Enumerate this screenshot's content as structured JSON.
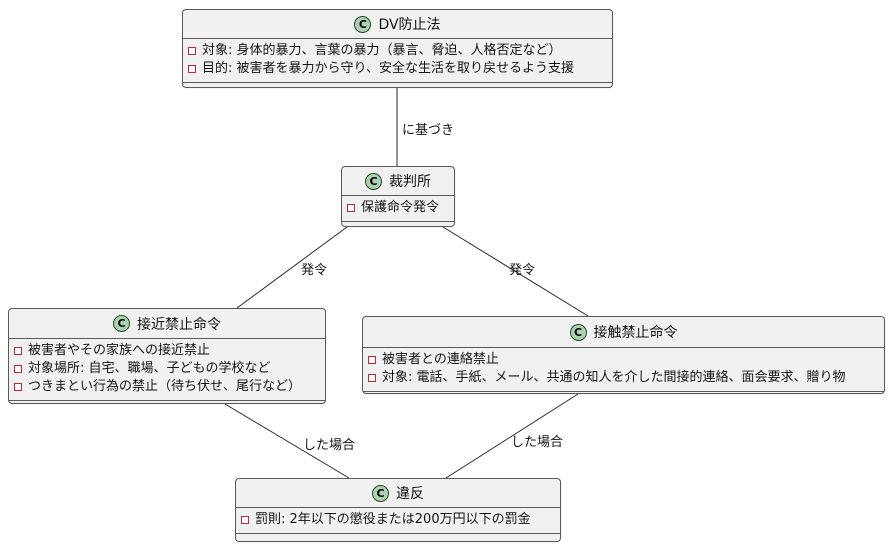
{
  "diagram": {
    "kind": "uml-class-diagram",
    "colors": {
      "background": "#ffffff",
      "node_fill": "#f1f1f1",
      "node_border": "#5a5a5a",
      "class_spot_fill": "#add1b2",
      "class_spot_letter": "C",
      "field_icon_border": "#c82930",
      "edge_line": "#2b2b2b"
    },
    "classes": [
      {
        "id": "dv-law",
        "name": "DV防止法",
        "spot": "C",
        "fields": [
          "対象: 身体的暴力、言葉の暴力（暴言、脅迫、人格否定など）",
          "目的: 被害者を暴力から守り、安全な生活を取り戻せるよう支援"
        ]
      },
      {
        "id": "court",
        "name": "裁判所",
        "spot": "C",
        "fields": [
          "保護命令発令"
        ]
      },
      {
        "id": "no-approach",
        "name": "接近禁止命令",
        "spot": "C",
        "fields": [
          "被害者やその家族への接近禁止",
          "対象場所: 自宅、職場、子どもの学校など",
          "つきまとい行為の禁止（待ち伏せ、尾行など）"
        ]
      },
      {
        "id": "no-contact",
        "name": "接触禁止命令",
        "spot": "C",
        "fields": [
          "被害者との連絡禁止",
          "対象: 電話、手紙、メール、共通の知人を介した間接的連絡、面会要求、贈り物"
        ]
      },
      {
        "id": "violation",
        "name": "違反",
        "spot": "C",
        "fields": [
          "罰則: 2年以下の懲役または200万円以下の罰金"
        ]
      }
    ],
    "edges": [
      {
        "from": "DV防止法",
        "to": "裁判所",
        "label": "に基づき"
      },
      {
        "from": "裁判所",
        "to": "接近禁止命令",
        "label": "発令"
      },
      {
        "from": "裁判所",
        "to": "接触禁止命令",
        "label": "発令"
      },
      {
        "from": "接近禁止命令",
        "to": "違反",
        "label": "した場合"
      },
      {
        "from": "接触禁止命令",
        "to": "違反",
        "label": "した場合"
      }
    ]
  }
}
